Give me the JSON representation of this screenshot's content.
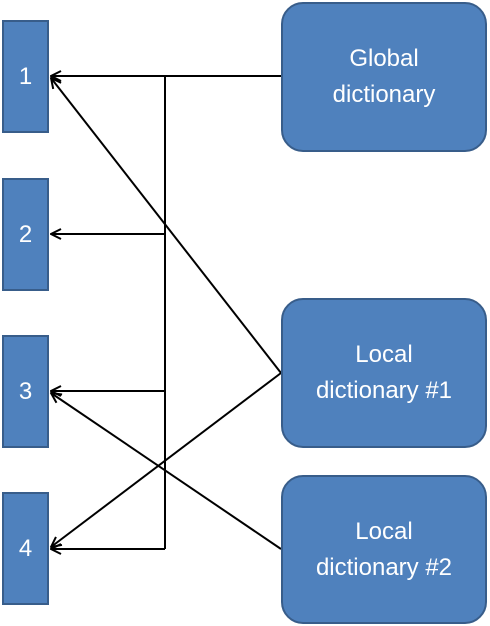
{
  "nodes": [
    {
      "id": "n1",
      "label": "1"
    },
    {
      "id": "n2",
      "label": "2"
    },
    {
      "id": "n3",
      "label": "3"
    },
    {
      "id": "n4",
      "label": "4"
    }
  ],
  "dictionaries": {
    "global": {
      "line1": "Global",
      "line2": "dictionary"
    },
    "local1": {
      "line1": "Local",
      "line2": "dictionary #1"
    },
    "local2": {
      "line1": "Local",
      "line2": "dictionary #2"
    }
  },
  "edges": [
    {
      "from": "global",
      "to": "1"
    },
    {
      "from": "global",
      "to": "2"
    },
    {
      "from": "global",
      "to": "3"
    },
    {
      "from": "global",
      "to": "4"
    },
    {
      "from": "local1",
      "to": "1"
    },
    {
      "from": "local1",
      "to": "4"
    },
    {
      "from": "local2",
      "to": "3"
    }
  ],
  "colors": {
    "box_fill": "#4f81bd",
    "box_border": "#385d8a",
    "text": "#ffffff",
    "arrow": "#000000"
  }
}
